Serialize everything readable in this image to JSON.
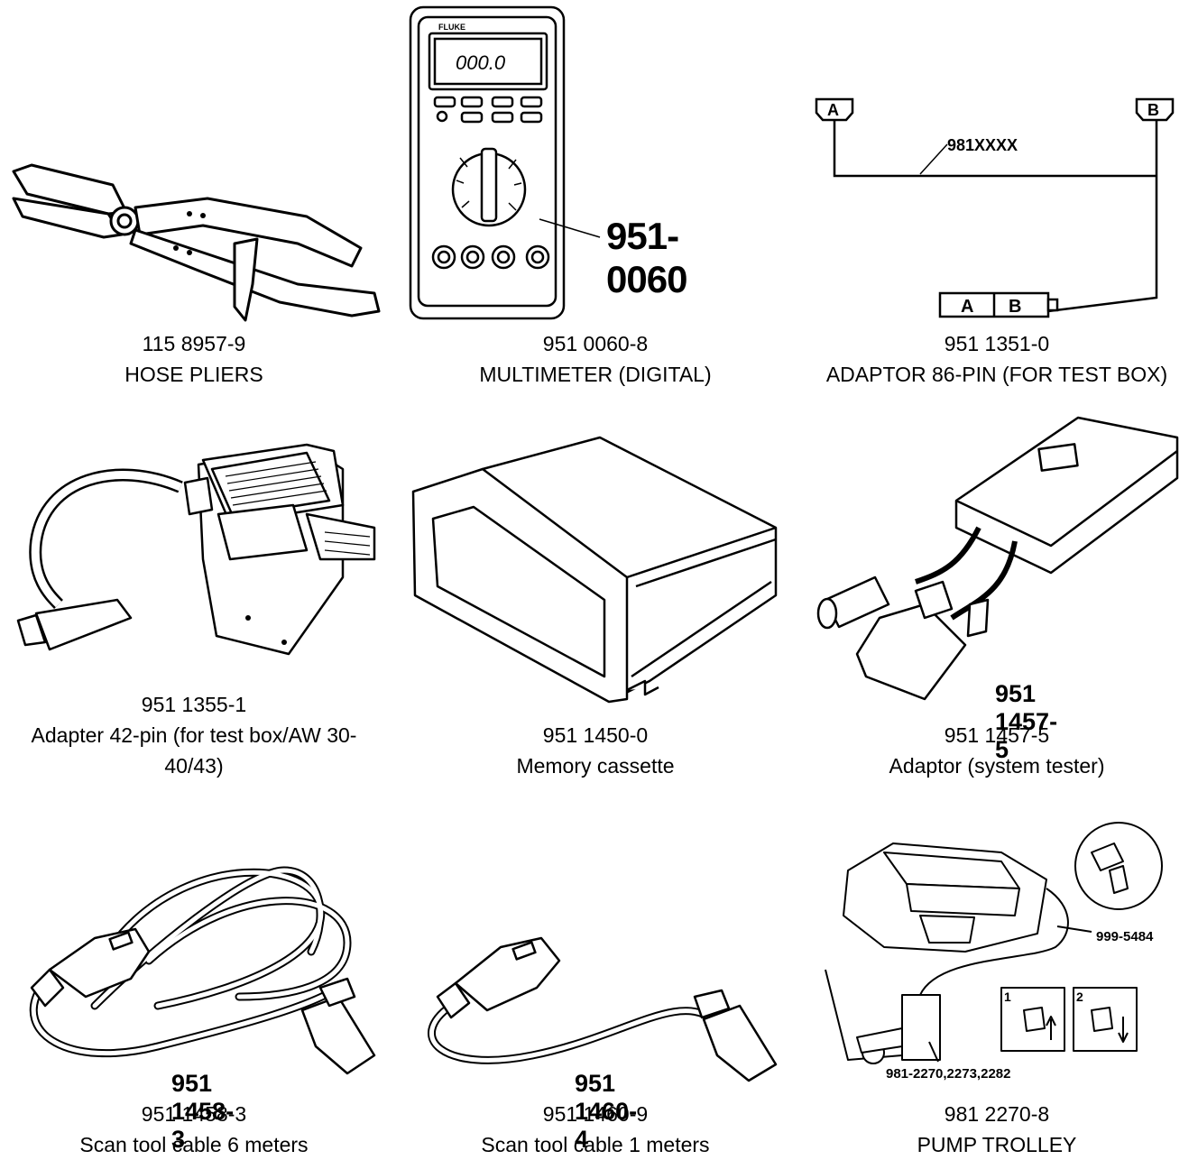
{
  "items": [
    {
      "part_number": "115 8957-9",
      "name": "HOSE PLIERS"
    },
    {
      "part_number": "951 0060-8",
      "name": "MULTIMETER (DIGITAL)",
      "callout": "951-0060",
      "brand": "FLUKE",
      "display": "000.0"
    },
    {
      "part_number": "951 1351-0",
      "name": "ADAPTOR 86-PIN (FOR TEST BOX)",
      "connector_a": "A",
      "connector_b": "B",
      "cable_label": "981XXXX"
    },
    {
      "part_number": "951 1355-1",
      "name": "Adapter 42-pin (for test box/AW 30-",
      "name_line2": "40/43)"
    },
    {
      "part_number": "951 1450-0",
      "name": "Memory cassette"
    },
    {
      "part_number": "951 1457-5",
      "name": "Adaptor (system tester)",
      "callout": "951 1457-5"
    },
    {
      "part_number": "951 1458-3",
      "name": "Scan tool cable 6 meters",
      "callout": "951 1458-3"
    },
    {
      "part_number": "951 1460-9",
      "name": "Scan tool cable 1 meters",
      "callout": "951 1460-4"
    },
    {
      "part_number": "981 2270-8",
      "name": "PUMP TROLLEY",
      "label_hose": "999-5484",
      "label_pump": "981-2270,2273,2282",
      "step1": "1",
      "step2": "2"
    }
  ]
}
